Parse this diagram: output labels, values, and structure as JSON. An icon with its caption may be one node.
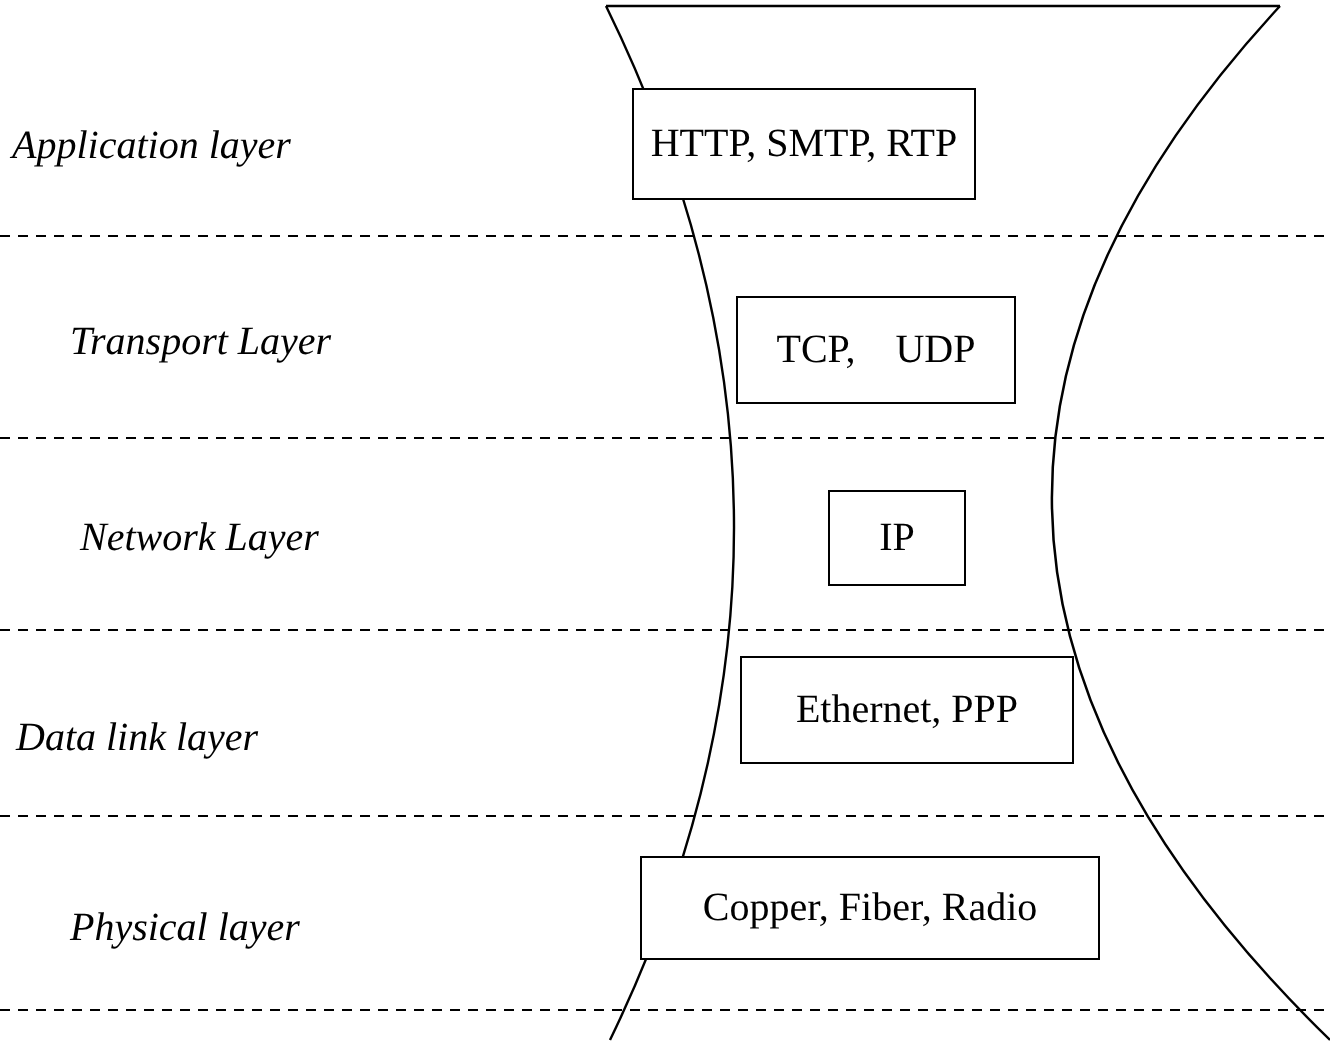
{
  "diagram": {
    "nodes": [
      {
        "text": [
          "HTTP, SMTP, RTP"
        ]
      },
      {
        "text": [
          "TCP,    UDP"
        ]
      },
      {
        "text": [
          "IP"
        ]
      },
      {
        "text": [
          "Ethernet, PPP"
        ]
      },
      {
        "text": [
          "Copper, Fiber, Radio"
        ]
      }
    ],
    "labels": [
      "Application layer",
      "Transport Layer",
      "Network Layer",
      "Data link layer",
      "Physical layer"
    ]
  }
}
